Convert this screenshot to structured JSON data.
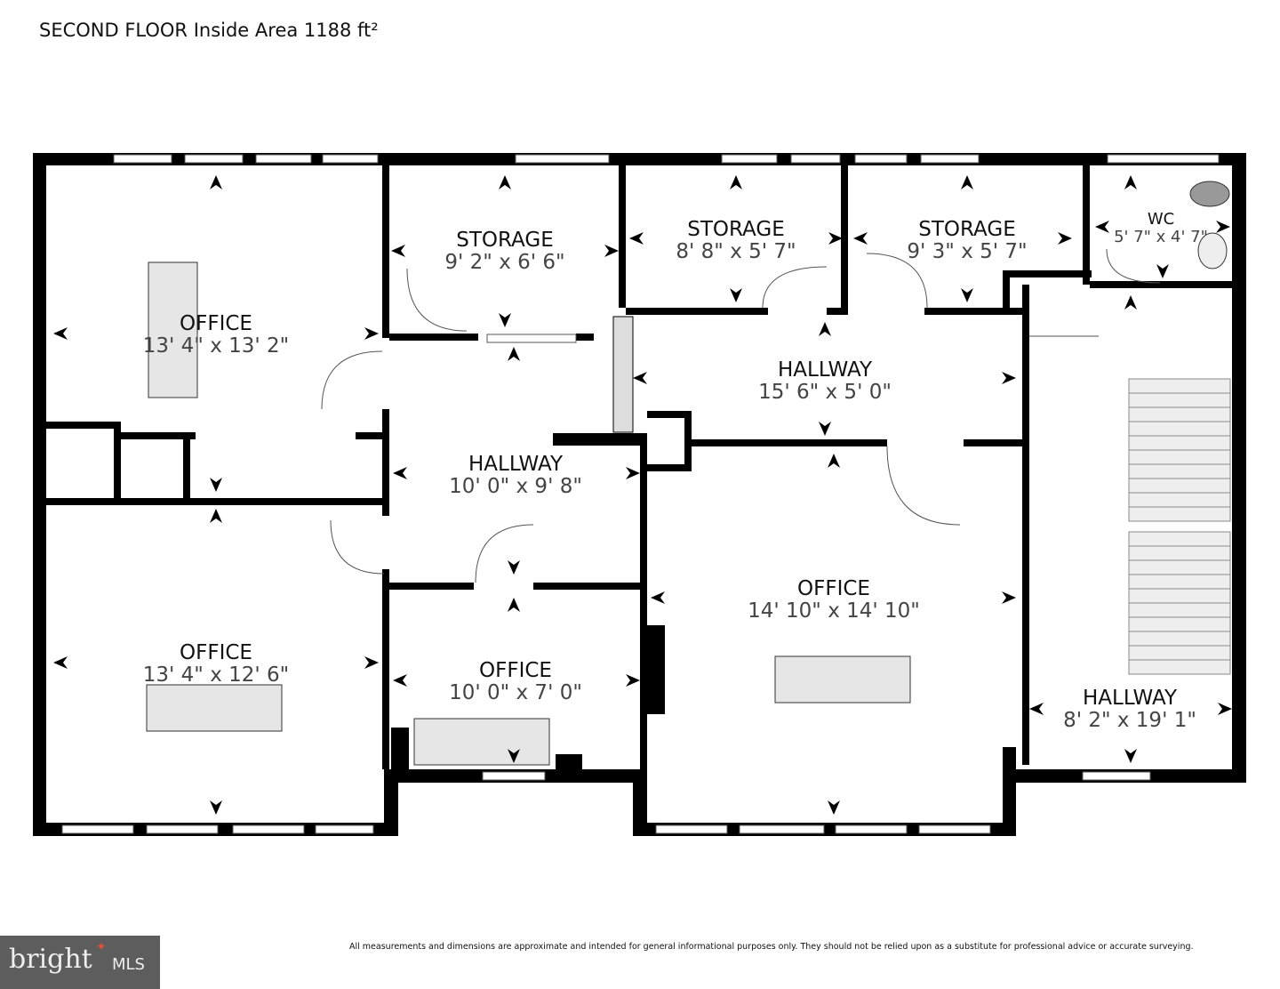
{
  "title": "SECOND FLOOR Inside Area 1188 ft²",
  "rooms": [
    {
      "name": "OFFICE",
      "dims": "13' 4\" x 13' 2\""
    },
    {
      "name": "STORAGE",
      "dims": "9' 2\" x 6' 6\""
    },
    {
      "name": "STORAGE",
      "dims": "8' 8\" x 5' 7\""
    },
    {
      "name": "STORAGE",
      "dims": "9' 3\" x 5' 7\""
    },
    {
      "name": "WC",
      "dims": "5' 7\" x 4' 7\""
    },
    {
      "name": "HALLWAY",
      "dims": "15' 6\" x 5' 0\""
    },
    {
      "name": "HALLWAY",
      "dims": "10' 0\" x 9' 8\""
    },
    {
      "name": "OFFICE",
      "dims": "14' 10\" x 14' 10\""
    },
    {
      "name": "OFFICE",
      "dims": "13' 4\" x 12' 6\""
    },
    {
      "name": "OFFICE",
      "dims": "10' 0\" x 7' 0\""
    },
    {
      "name": "HALLWAY",
      "dims": "8' 2\" x 19' 1\""
    }
  ],
  "disclaimer": "All measurements and dimensions are approximate and intended for general informational purposes only. They should not be relied upon as a substitute for professional advice or accurate surveying.",
  "logo": {
    "brand": "bright",
    "suffix": "MLS"
  },
  "colors": {
    "wall": "#000000",
    "furniture": "#e6e6e6",
    "logo_bg": "#5d5d5d",
    "logo_star": "#e0503a"
  }
}
